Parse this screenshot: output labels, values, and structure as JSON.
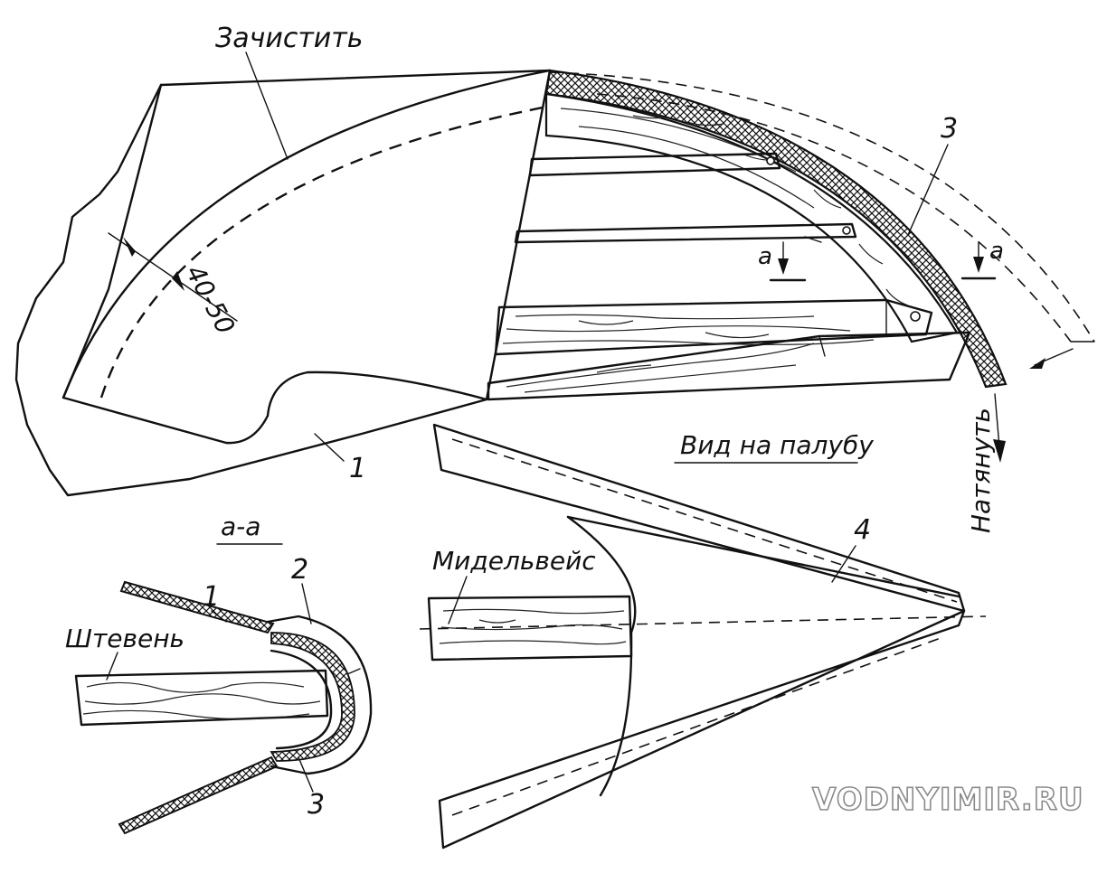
{
  "labels": {
    "clean": "Зачистить",
    "dimension": "40-50",
    "section_mark_left": "а",
    "section_mark_right": "а",
    "part_1_main": "1",
    "part_3_main": "3",
    "pull": "Натянуть",
    "deck_view": "Вид на палубу",
    "section_title": "а-а",
    "stem": "Штевень",
    "part_1_section": "1",
    "part_2_section": "2",
    "part_3_section": "3",
    "midship": "Мидельвейс",
    "part_4": "4"
  },
  "watermark": "VODNYIMIR.RU"
}
